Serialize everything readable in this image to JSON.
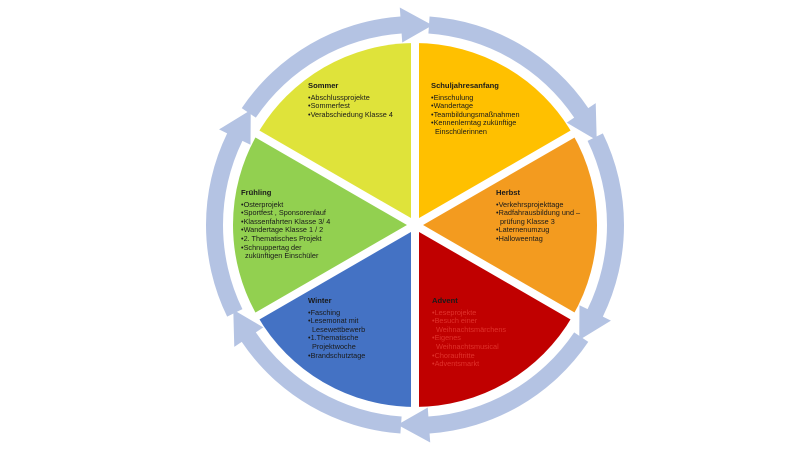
{
  "colors": {
    "ring": "#b4c3e3",
    "separator": "#ffffff",
    "sommer": "#dfe33a",
    "schuljahresanfang": "#ffc000",
    "herbst": "#f39b1f",
    "advent": "#c00000",
    "winter": "#4472c4",
    "fruehling": "#92d050",
    "advent_text": "#e0312b"
  },
  "segments": {
    "sommer": {
      "title": "Sommer",
      "items": [
        "Abschlussprojekte",
        "Sommerfest",
        "Verabschiedung Klasse 4"
      ]
    },
    "schuljahresanfang": {
      "title": "Schuljahresanfang",
      "items": [
        "Einschulung",
        "Wandertage",
        "Teambildungsmaßnahmen",
        "Kennenlerntag zukünftige\nEinschülerinnen"
      ]
    },
    "herbst": {
      "title": "Herbst",
      "items": [
        "Verkehrsprojekttage",
        "Radfahrausbildung und –\nprüfung Klasse 3",
        "Laternenumzug",
        "Halloweentag"
      ]
    },
    "advent": {
      "title": "Advent",
      "items": [
        "Leseprojekte",
        "Besuch einer\nWeihnachtsmärchens",
        "Eigenes\nWeihnachtsmusical",
        "Chorauftritte",
        "Adventsmarkt"
      ]
    },
    "winter": {
      "title": "Winter",
      "items": [
        "Fasching",
        "Lesemonat mit\nLesewettbewerb",
        "1.Thematische\nProjektwoche",
        "Brandschutztage"
      ]
    },
    "fruehling": {
      "title": "Frühling",
      "items": [
        "Osterprojekt",
        "Sportfest , Sponsorenlauf",
        "Klassenfahrten Klasse 3/ 4",
        "Wandertage Klasse 1 / 2",
        "2. Thematisches Projekt",
        "Schnuppertag der\nzukünftigen Einschüler"
      ]
    }
  }
}
